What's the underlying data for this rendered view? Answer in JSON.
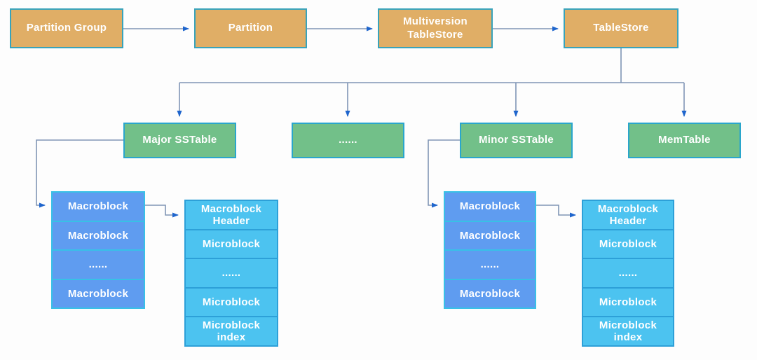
{
  "colors": {
    "tan_fill": "#e0ae66",
    "tan_border": "#38a3bb",
    "green_fill": "#72c089",
    "green_border": "#2aa6cc",
    "blue_fill": "#5f9cf0",
    "blue_border": "#38c1e6",
    "lightblue_fill": "#4cc3f0",
    "lightblue_border": "#2da0d8",
    "connector_line": "#8095b5",
    "arrowhead": "#1e65cd",
    "label_text": "#ffffff"
  },
  "top_row": {
    "partition_group": "Partition Group",
    "partition": "Partition",
    "multiversion_tablestore": "Multiversion TableStore",
    "tablestore": "TableStore"
  },
  "level2": {
    "major_sstable": "Major SSTable",
    "ellipsis": "......",
    "minor_sstable": "Minor SSTable",
    "memtable": "MemTable"
  },
  "major_macroblock_stack": {
    "cells": [
      "Macroblock",
      "Macroblock",
      "......",
      "Macroblock"
    ]
  },
  "major_microblock_stack": {
    "cells": [
      "Macroblock Header",
      "Microblock",
      "......",
      "Microblock",
      "Microblock index"
    ]
  },
  "minor_macroblock_stack": {
    "cells": [
      "Macroblock",
      "Macroblock",
      "......",
      "Macroblock"
    ]
  },
  "minor_microblock_stack": {
    "cells": [
      "Macroblock Header",
      "Microblock",
      "......",
      "Microblock",
      "Microblock index"
    ]
  }
}
